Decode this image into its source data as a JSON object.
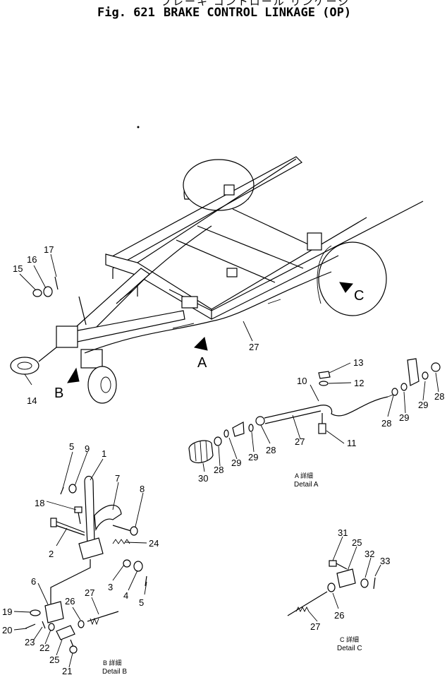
{
  "header": {
    "title_jp": "ブレーキ コントロール リンケージ",
    "fig_no": "Fig. 621",
    "title_en": "BRAKE CONTROL LINKAGE (OP)"
  },
  "view_arrows": [
    "A",
    "B",
    "C"
  ],
  "part_numbers": {
    "main": [
      "14",
      "15",
      "16",
      "17",
      "27"
    ],
    "detail_a": [
      "10",
      "11",
      "12",
      "13",
      "27",
      "28",
      "28",
      "28",
      "28",
      "29",
      "29",
      "29",
      "29",
      "30"
    ],
    "detail_b": [
      "1",
      "2",
      "3",
      "4",
      "5",
      "5",
      "6",
      "7",
      "8",
      "9",
      "18",
      "19",
      "20",
      "21",
      "22",
      "23",
      "24",
      "25",
      "26",
      "27"
    ],
    "detail_c": [
      "25",
      "26",
      "27",
      "31",
      "32",
      "33"
    ]
  },
  "details": {
    "a": {
      "jp": "A 詳細",
      "en": "Detail A"
    },
    "b": {
      "jp": "B 詳細",
      "en": "Detail B"
    },
    "c": {
      "jp": "C 詳細",
      "en": "Detail C"
    }
  }
}
